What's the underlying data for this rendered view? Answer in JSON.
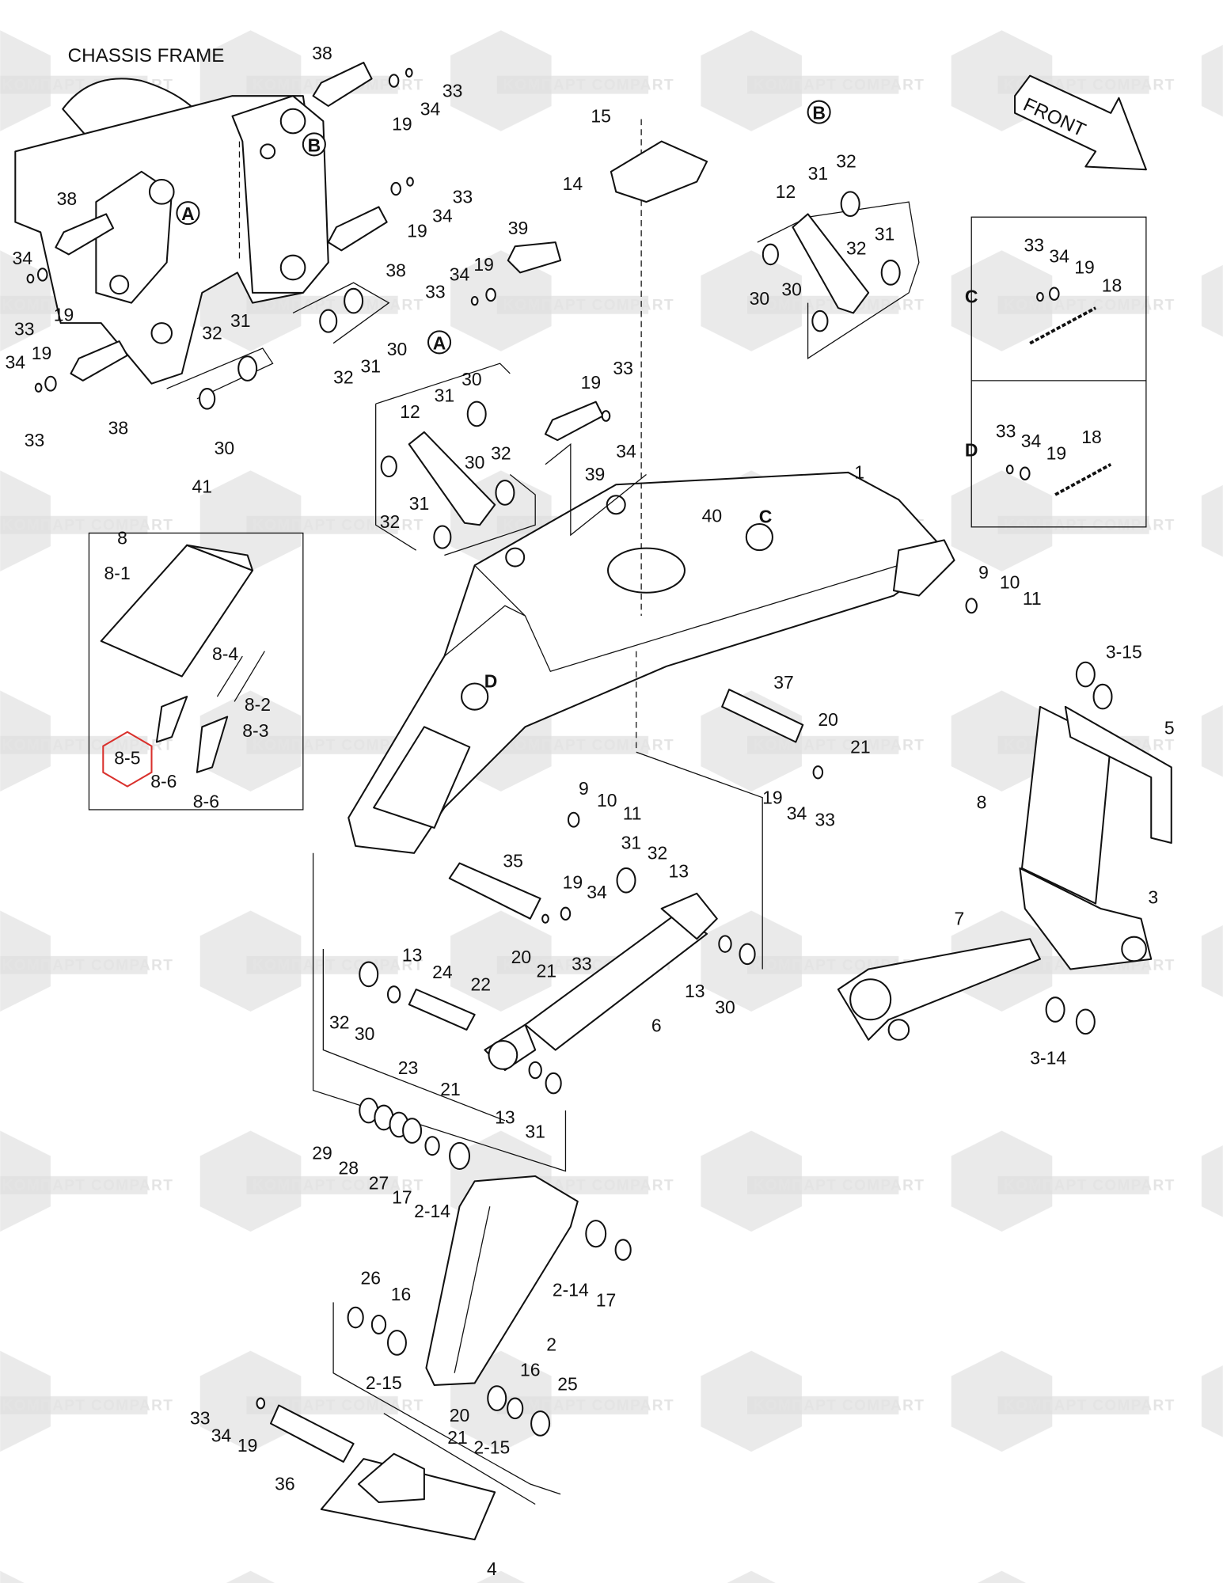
{
  "title": "CHASSIS FRAME",
  "front_label": "FRONT",
  "watermark": [
    "KOMПAPT",
    "COMPART"
  ],
  "highlight_color": "#d9302c",
  "callouts": [
    "A",
    "B",
    "A",
    "B",
    "C",
    "D",
    "C",
    "D"
  ],
  "highlighted_part": "8-5",
  "labels": [
    "38",
    "33",
    "34",
    "19",
    "33",
    "34",
    "19",
    "38",
    "38",
    "34",
    "19",
    "33",
    "34",
    "19",
    "33",
    "38",
    "32",
    "31",
    "30",
    "32",
    "31",
    "30",
    "39",
    "19",
    "34",
    "33",
    "12",
    "31",
    "30",
    "32",
    "31",
    "30",
    "32",
    "15",
    "14",
    "19",
    "33",
    "34",
    "39",
    "12",
    "31",
    "32",
    "31",
    "32",
    "30",
    "30",
    "33",
    "34",
    "19",
    "18",
    "33",
    "34",
    "19",
    "18",
    "1",
    "40",
    "41",
    "8",
    "8-1",
    "8-4",
    "8-2",
    "8-3",
    "8-5",
    "8-6",
    "8-6",
    "9",
    "10",
    "11",
    "37",
    "20",
    "21",
    "19",
    "34",
    "33",
    "9",
    "10",
    "11",
    "3-15",
    "5",
    "8",
    "3",
    "7",
    "3-14",
    "35",
    "31",
    "32",
    "13",
    "19",
    "34",
    "20",
    "21",
    "33",
    "13",
    "24",
    "22",
    "32",
    "30",
    "23",
    "21",
    "6",
    "13",
    "30",
    "13",
    "31",
    "29",
    "28",
    "27",
    "17",
    "2-14",
    "2-14",
    "17",
    "26",
    "16",
    "2",
    "2-15",
    "20",
    "21",
    "2-15",
    "16",
    "25",
    "33",
    "34",
    "19",
    "36",
    "4"
  ]
}
